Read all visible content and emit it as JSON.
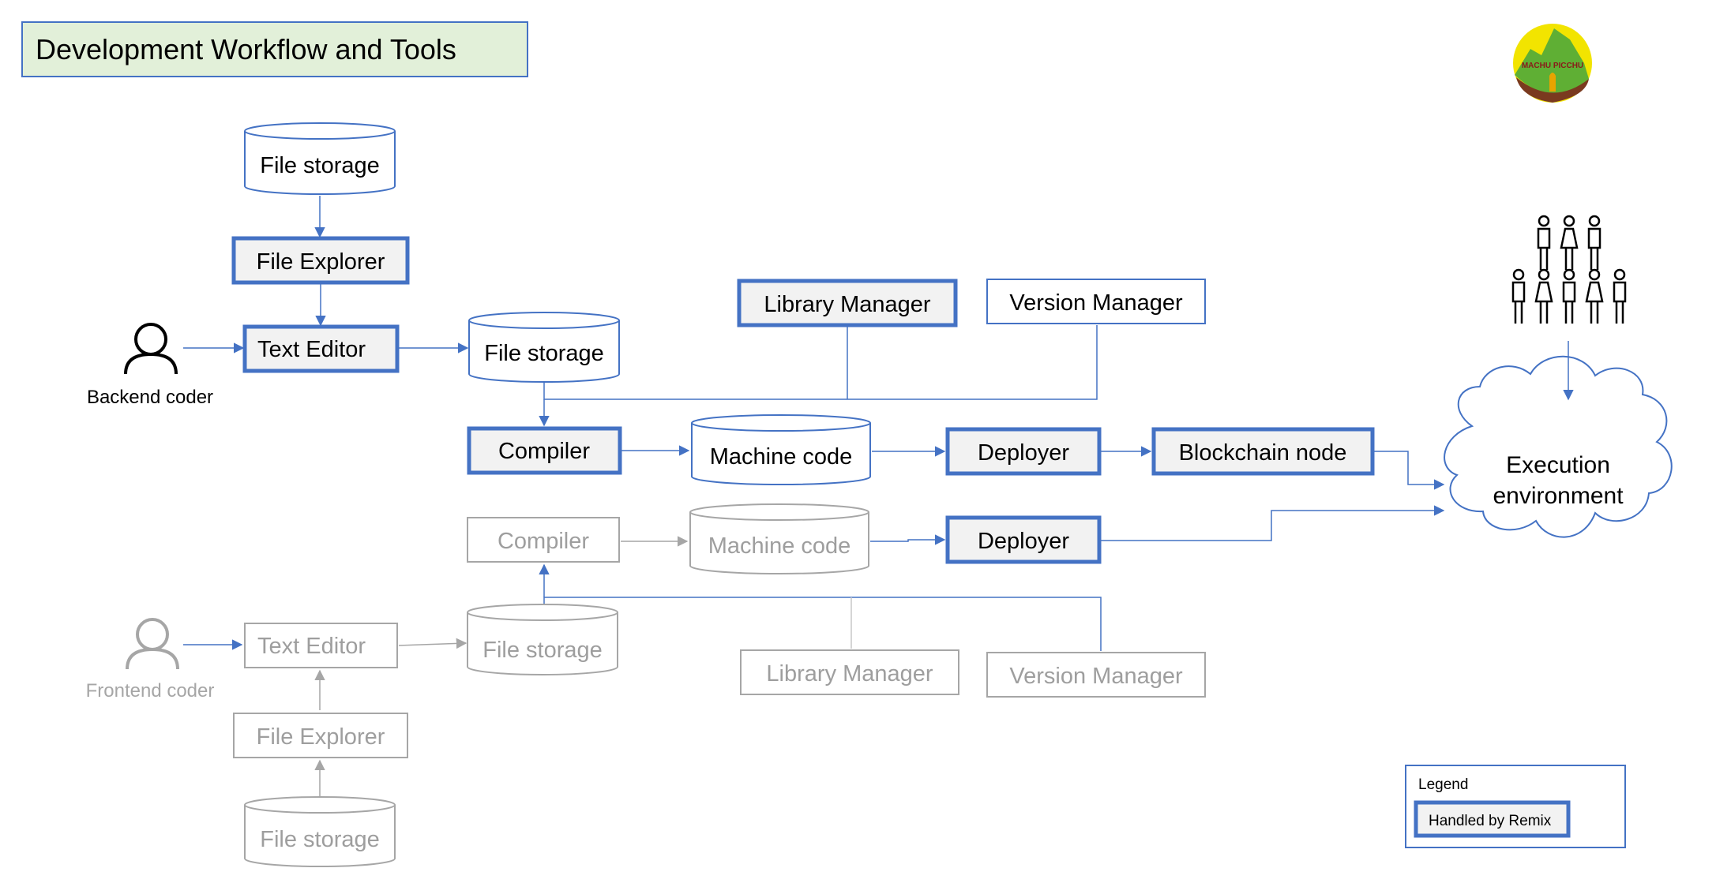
{
  "title": "Development Workflow and Tools",
  "logo": {
    "text": "MACHU PICCHU"
  },
  "colors": {
    "accent": "#4472C4",
    "dim": "#A6A6A6",
    "dim_text": "#9E9E9E",
    "title_bg": "#E2F0D9",
    "box_fill": "#F2F2F2"
  },
  "backend": {
    "file_storage_top": "File storage",
    "file_explorer": "File Explorer",
    "text_editor": "Text Editor",
    "file_storage": "File storage",
    "actor_label": "Backend coder",
    "library_manager": "Library Manager",
    "version_manager": "Version Manager",
    "compiler": "Compiler",
    "machine_code": "Machine code",
    "deployer": "Deployer",
    "blockchain_node": "Blockchain node"
  },
  "frontend": {
    "compiler": "Compiler",
    "machine_code": "Machine code",
    "deployer": "Deployer",
    "file_storage": "File storage",
    "text_editor": "Text Editor",
    "actor_label": "Frontend coder",
    "library_manager": "Library Manager",
    "version_manager": "Version Manager",
    "file_explorer": "File Explorer",
    "file_storage_bottom": "File storage"
  },
  "execution": {
    "line1": "Execution",
    "line2": "environment",
    "users_icon": "users-group-icon"
  },
  "legend": {
    "title": "Legend",
    "item": "Handled by Remix"
  }
}
